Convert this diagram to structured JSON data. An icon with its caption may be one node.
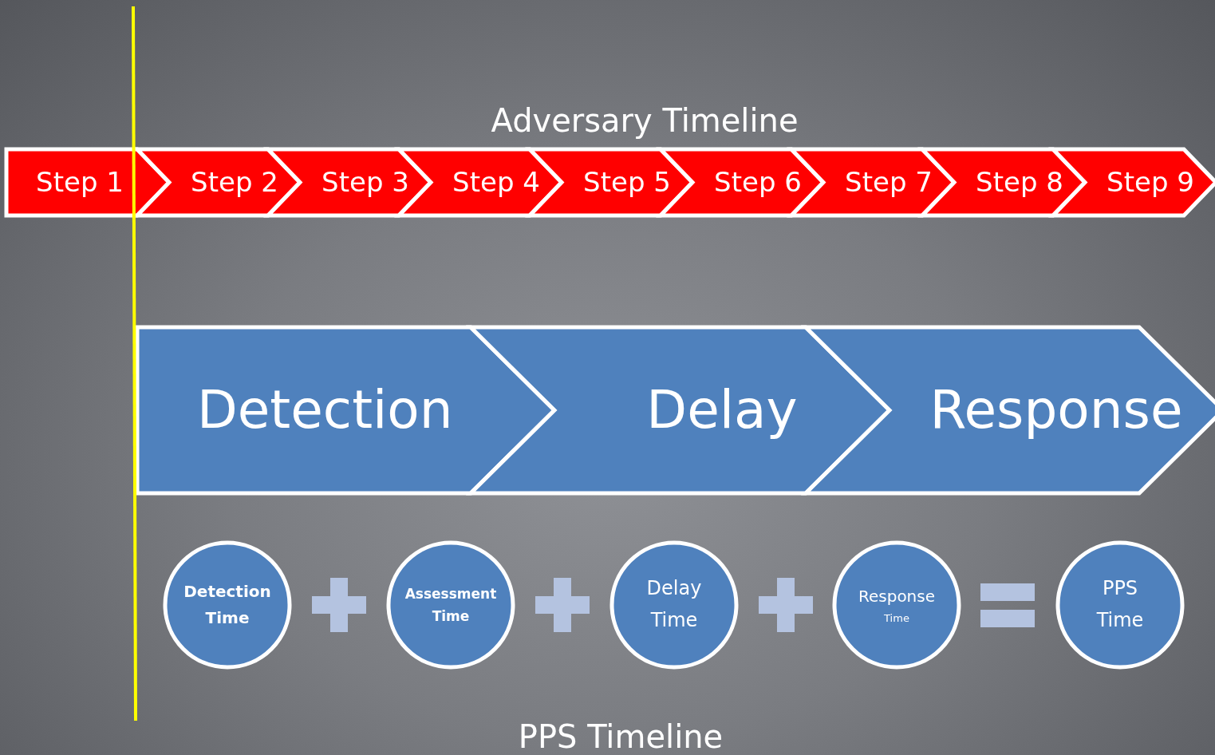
{
  "diagram": {
    "title": "Adversary Timeline",
    "nodes": [
      {
        "text": [
          "Step 1"
        ]
      },
      {
        "text": [
          "Step 2"
        ]
      },
      {
        "text": [
          "Step 3"
        ]
      },
      {
        "text": [
          "Step 4"
        ]
      },
      {
        "text": [
          "Step 5"
        ]
      },
      {
        "text": [
          "Step 6"
        ]
      },
      {
        "text": [
          "Step 7"
        ]
      },
      {
        "text": [
          "Step 8"
        ]
      },
      {
        "text": [
          "Step 9"
        ]
      },
      {
        "text": [
          "Detection"
        ]
      },
      {
        "text": [
          "Delay"
        ]
      },
      {
        "text": [
          "Response"
        ]
      },
      {
        "text": [
          "Detection Time"
        ]
      },
      {
        "text": [
          "Assessment Time"
        ]
      },
      {
        "text": [
          "Delay Time"
        ]
      },
      {
        "text": [
          "Response",
          "Time"
        ]
      },
      {
        "text": [
          "PPS Time"
        ]
      }
    ],
    "labels": [
      "PPS Timeline"
    ]
  }
}
